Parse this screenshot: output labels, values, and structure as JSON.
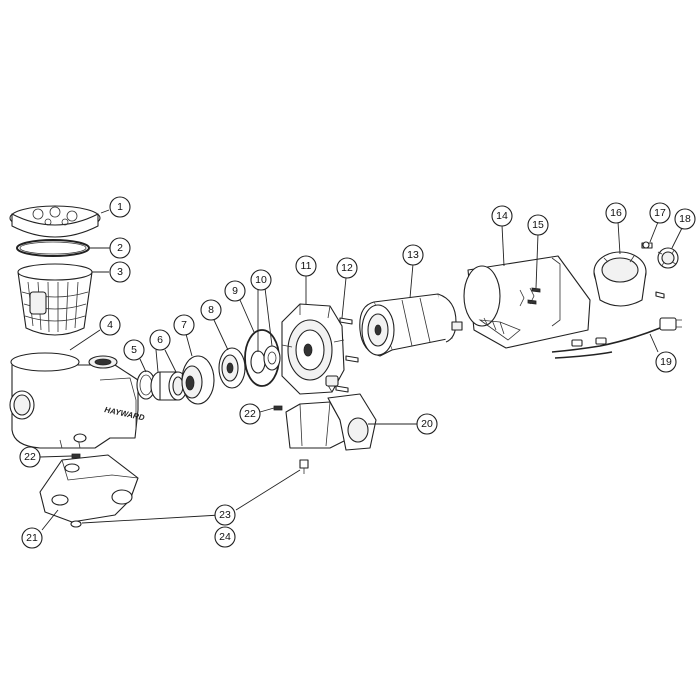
{
  "diagram": {
    "brand_mark": "HAYWARD",
    "callouts": [
      "1",
      "2",
      "3",
      "4",
      "5",
      "6",
      "7",
      "8",
      "9",
      "10",
      "11",
      "12",
      "13",
      "14",
      "15",
      "16",
      "17",
      "18",
      "19",
      "20",
      "21",
      "22",
      "22",
      "23",
      "24"
    ]
  }
}
